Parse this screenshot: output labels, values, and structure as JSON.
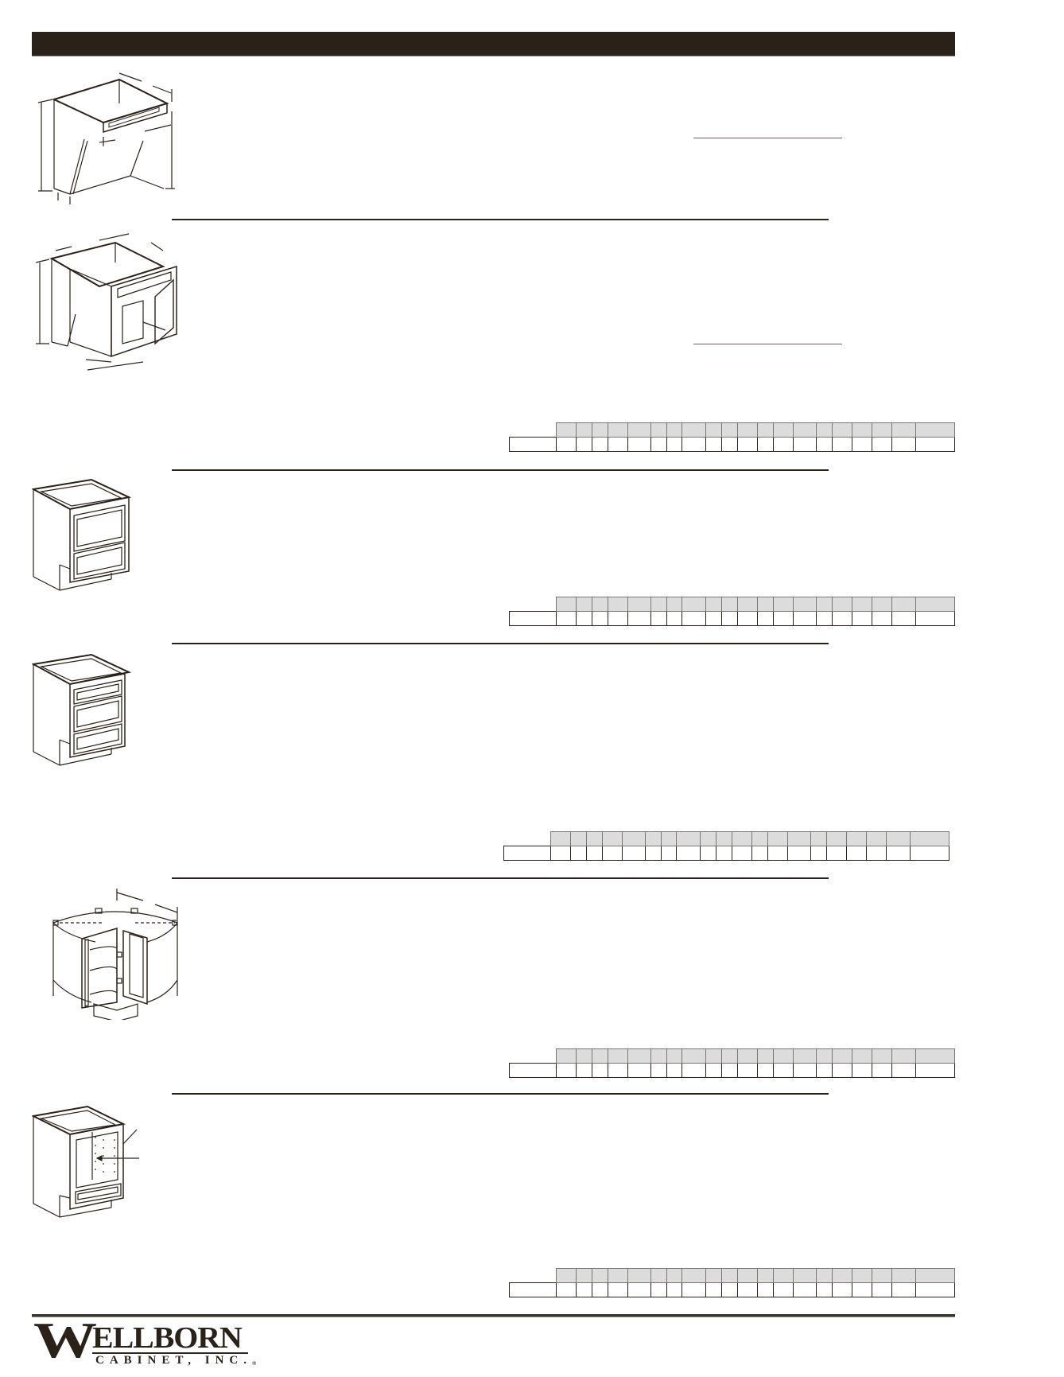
{
  "header": {
    "bar_color": "#2a2218",
    "title": ""
  },
  "sections": [
    {
      "id": "section-1",
      "illustration": "vanity-sink-base-drawer-front-icon",
      "has_table": false
    },
    {
      "id": "section-2",
      "illustration": "vanity-sink-base-two-door-icon",
      "has_table": true,
      "table": {
        "header": [
          "",
          "",
          "",
          "",
          "",
          "",
          "",
          "",
          "",
          "",
          "",
          "",
          "",
          "",
          "",
          "",
          "",
          "",
          "",
          ""
        ],
        "row_label": "",
        "row": [
          "",
          "",
          "",
          "",
          "",
          "",
          "",
          "",
          "",
          "",
          "",
          "",
          "",
          "",
          "",
          "",
          "",
          "",
          "",
          ""
        ]
      }
    },
    {
      "id": "section-3",
      "illustration": "two-drawer-base-cabinet-icon",
      "has_table": true,
      "table": {
        "header": [
          "",
          "",
          "",
          "",
          "",
          "",
          "",
          "",
          "",
          "",
          "",
          "",
          "",
          "",
          "",
          "",
          "",
          "",
          "",
          ""
        ],
        "row_label": "",
        "row": [
          "",
          "",
          "",
          "",
          "",
          "",
          "",
          "",
          "",
          "",
          "",
          "",
          "",
          "",
          "",
          "",
          "",
          "",
          "",
          ""
        ]
      }
    },
    {
      "id": "section-4",
      "illustration": "three-drawer-base-cabinet-icon",
      "has_table": true,
      "table": {
        "header": [
          "",
          "",
          "",
          "",
          "",
          "",
          "",
          "",
          "",
          "",
          "",
          "",
          "",
          "",
          "",
          "",
          "",
          "",
          "",
          ""
        ],
        "row_label": "",
        "row": [
          "",
          "",
          "",
          "",
          "",
          "",
          "",
          "",
          "",
          "",
          "",
          "",
          "",
          "",
          "",
          "",
          "",
          "",
          "",
          ""
        ]
      }
    },
    {
      "id": "section-5",
      "illustration": "lazy-susan-corner-base-icon",
      "has_table": true,
      "table": {
        "header": [
          "",
          "",
          "",
          "",
          "",
          "",
          "",
          "",
          "",
          "",
          "",
          "",
          "",
          "",
          "",
          "",
          "",
          "",
          "",
          ""
        ],
        "row_label": "",
        "row": [
          "",
          "",
          "",
          "",
          "",
          "",
          "",
          "",
          "",
          "",
          "",
          "",
          "",
          "",
          "",
          "",
          "",
          "",
          "",
          ""
        ]
      }
    },
    {
      "id": "section-6",
      "illustration": "microwave-oven-base-cabinet-icon",
      "has_table": true,
      "table": {
        "header": [
          "",
          "",
          "",
          "",
          "",
          "",
          "",
          "",
          "",
          "",
          "",
          "",
          "",
          "",
          "",
          "",
          "",
          "",
          "",
          ""
        ],
        "row_label": "",
        "row": [
          "",
          "",
          "",
          "",
          "",
          "",
          "",
          "",
          "",
          "",
          "",
          "",
          "",
          "",
          "",
          "",
          "",
          "",
          "",
          ""
        ]
      }
    }
  ],
  "footer": {
    "logo": {
      "initial": "W",
      "wordmark": "ELLBORN",
      "subtitle": "CABINET, INC.",
      "registered": "®"
    }
  }
}
